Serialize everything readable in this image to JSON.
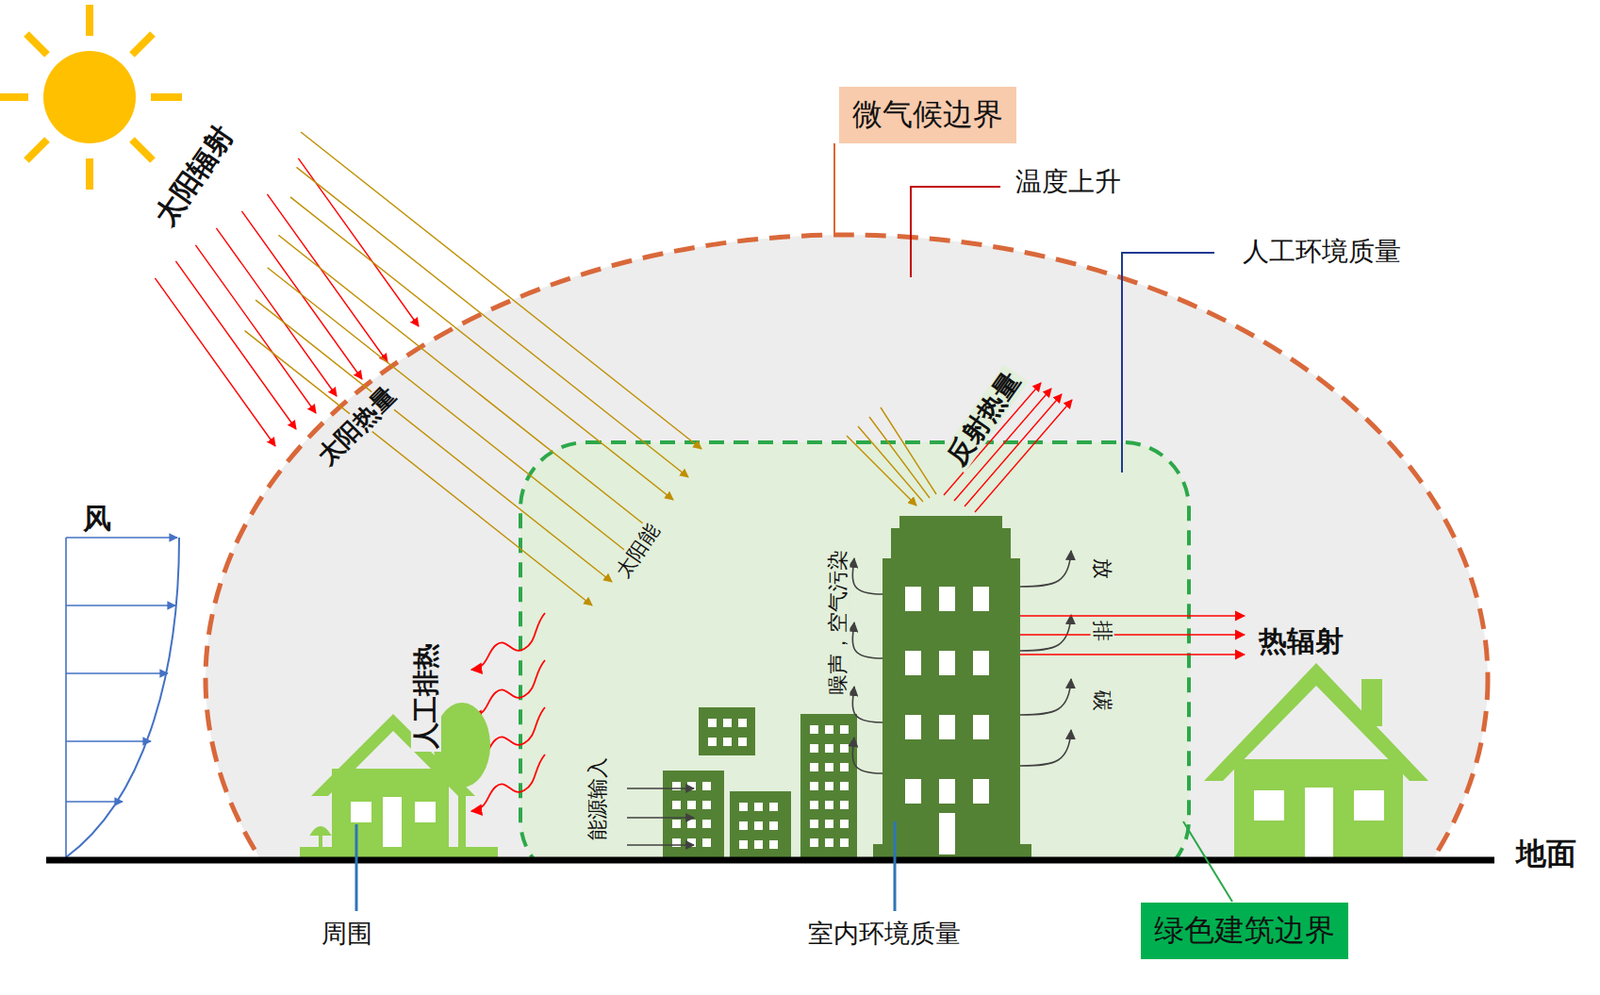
{
  "diagram": {
    "nodes": [
      {
        "text": [
          "微气候边界"
        ]
      },
      {
        "text": [
          "绿色建筑边界"
        ]
      }
    ],
    "labels": [
      "温度上升",
      "人工环境质量",
      "太阳辐射",
      "太阳热量",
      "太阳能",
      "反射热量",
      "风",
      "人工排热",
      "能源输入",
      "噪声，空气污染",
      "放",
      "排",
      "碳",
      "热辐射",
      "地面",
      "周围",
      "室内环境质量"
    ]
  }
}
